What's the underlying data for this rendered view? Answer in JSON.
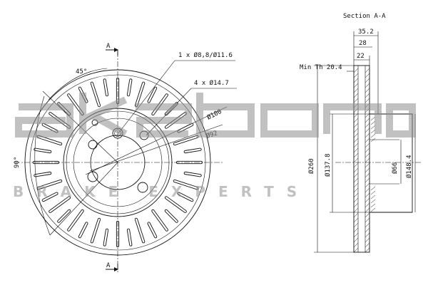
{
  "section_title": "Section A-A",
  "section_marker": "A",
  "left_view": {
    "angle_top": "45°",
    "angle_left": "90°",
    "bolt_hole_note": "1 x Ø8,8/Ø11.6",
    "stud_hole_note": "4 x Ø14.7",
    "pcd_outer": "Ø100",
    "pcd_inner": "Ø92"
  },
  "section_view": {
    "width_overall": "35.2",
    "width_hub": "28",
    "width_disc": "22",
    "min_thickness": "Min Th 20.4",
    "dia_overall": "Ø260",
    "dia_inner_ring": "Ø137.8",
    "dia_bore": "Ø66",
    "dia_hat": "Ø148.4"
  },
  "watermark": {
    "brand": "akebono",
    "tagline": "BRAKE EXPERTS",
    "color": "#8f8f8f"
  }
}
